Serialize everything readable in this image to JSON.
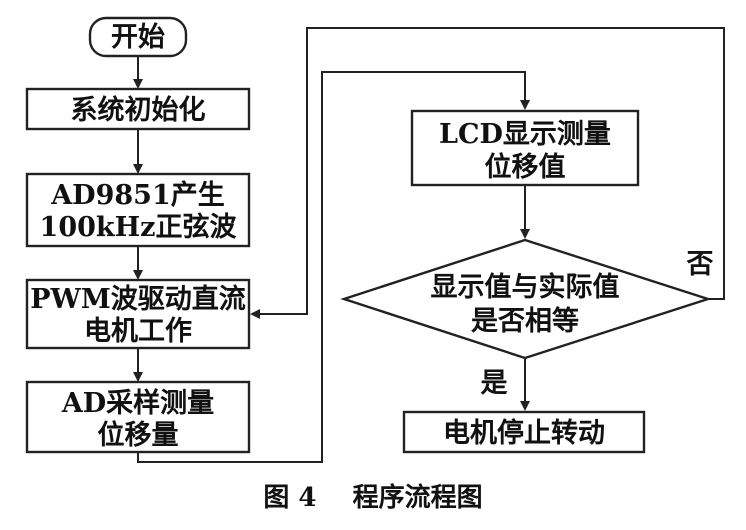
{
  "flowchart": {
    "start": "开始",
    "init": "系统初始化",
    "ad9851": [
      "AD9851产生",
      "100kHz正弦波"
    ],
    "pwm": [
      "PWM波驱动直流",
      "电机工作"
    ],
    "adc": [
      "AD采样测量",
      "位移量"
    ],
    "lcd": [
      "LCD显示测量",
      "位移值"
    ],
    "decision": [
      "显示值与实际值",
      "是否相等"
    ],
    "no_label": "否",
    "yes_label": "是",
    "stop": "电机停止转动"
  },
  "caption": "图 4    程序流程图"
}
